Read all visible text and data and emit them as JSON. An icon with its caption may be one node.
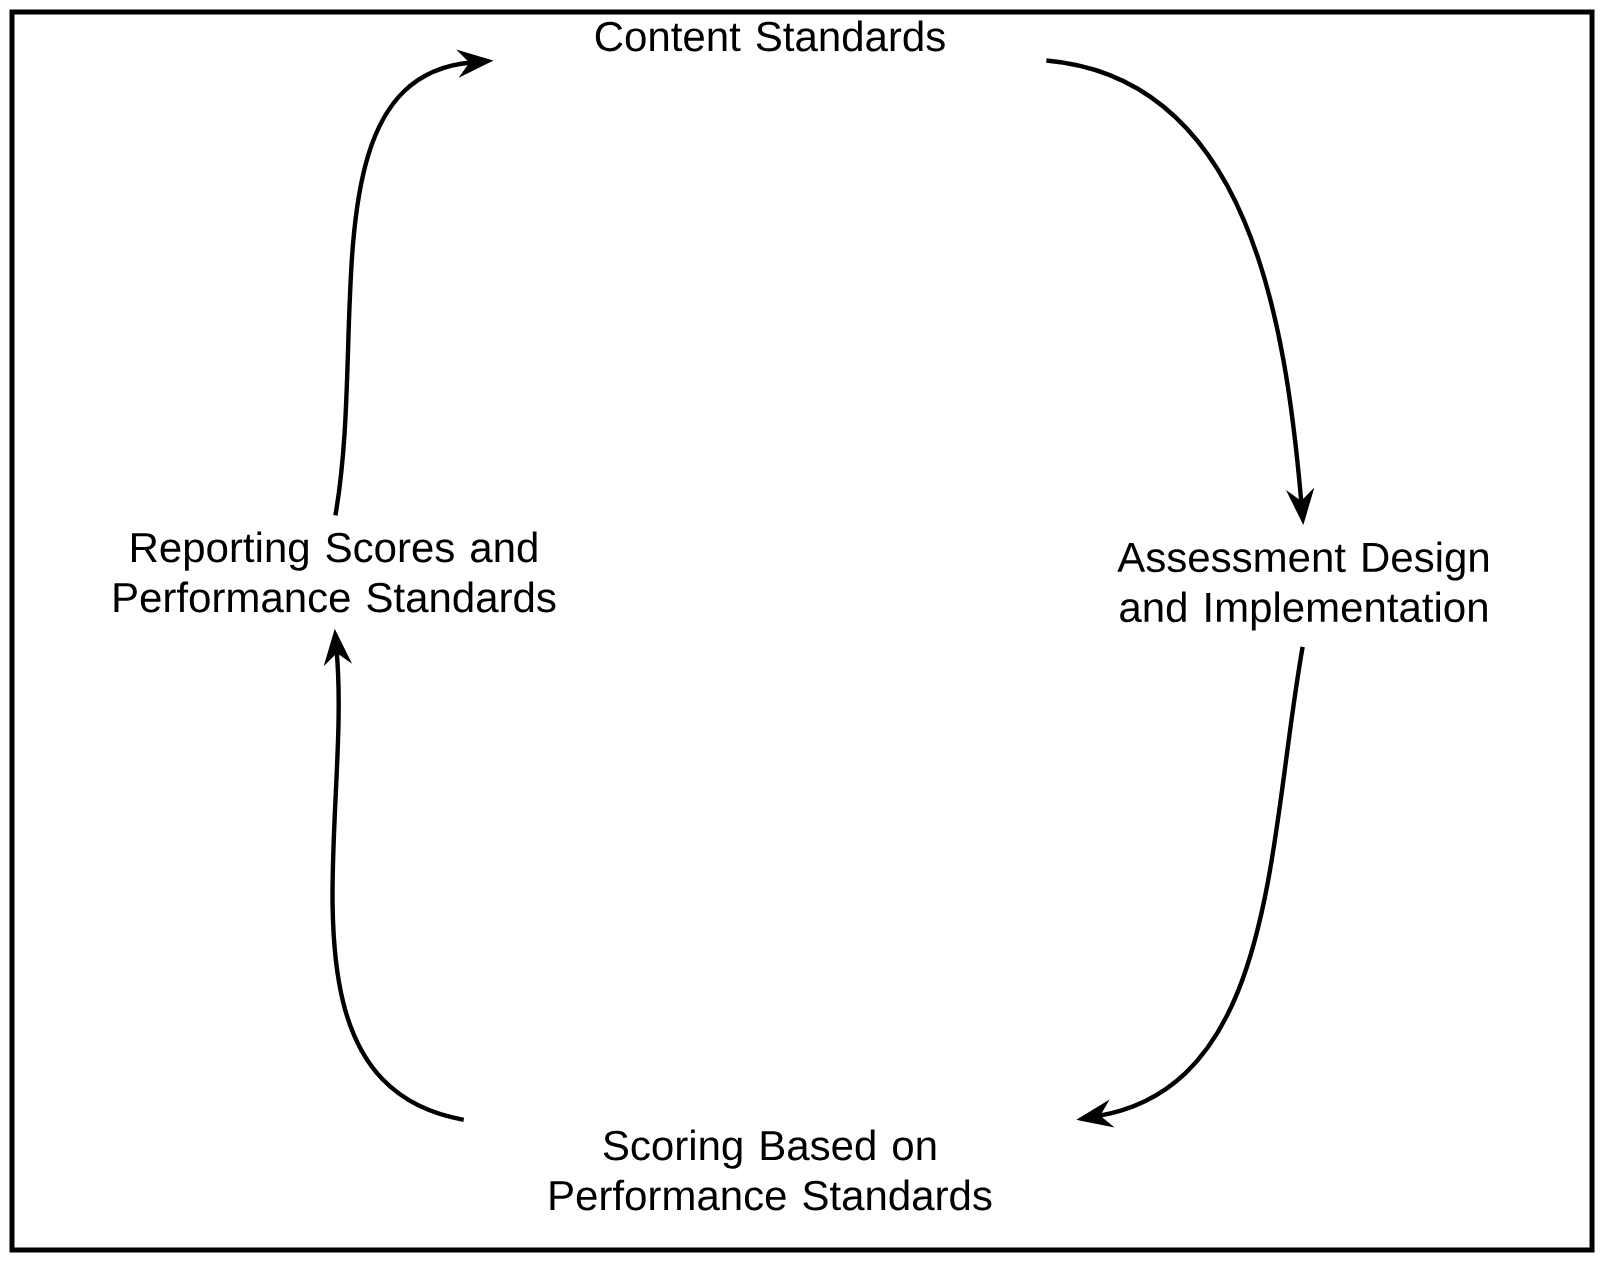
{
  "diagram": {
    "nodes": [
      {
        "text": [
          "Content Standards"
        ]
      },
      {
        "text": [
          "Assessment Design and Implementation"
        ]
      },
      {
        "text": [
          "Scoring Based on Performance Standards"
        ]
      },
      {
        "text": [
          "Reporting Scores and Performance Standards"
        ]
      }
    ],
    "edges": [
      {
        "from": 0,
        "to": 1,
        "arrow": "to"
      },
      {
        "from": 1,
        "to": 2,
        "arrow": "to"
      },
      {
        "from": 2,
        "to": 3,
        "arrow": "to"
      },
      {
        "from": 3,
        "to": 0,
        "arrow": "to"
      }
    ]
  }
}
